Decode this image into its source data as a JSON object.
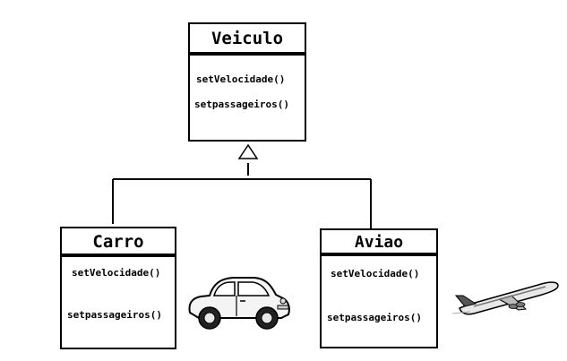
{
  "classes": {
    "veiculo": {
      "name": "Veiculo",
      "methods": [
        "setVelocidade()",
        "setpassageiros()"
      ]
    },
    "carro": {
      "name": "Carro",
      "methods": [
        "setVelocidade()",
        "setpassageiros()"
      ]
    },
    "aviao": {
      "name": "Aviao",
      "methods": [
        "setVelocidade()",
        "setpassageiros()"
      ]
    }
  },
  "relationship": "inheritance",
  "illustrations": [
    "car-illustration",
    "airplane-illustration"
  ],
  "colors": {
    "line": "#000000",
    "background": "#ffffff"
  }
}
